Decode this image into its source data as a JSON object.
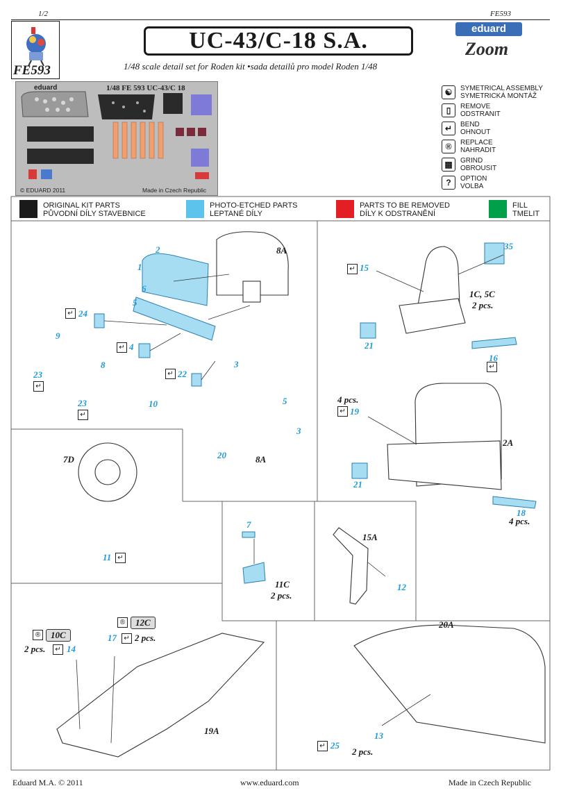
{
  "header": {
    "page": "1/2",
    "code_right": "FE593",
    "title": "UC-43/C-18 S.A.",
    "subtitle": "1/48 scale detail set for Roden kit •sada detailů pro model Roden 1/48",
    "set_code": "FE593",
    "brand": "eduard",
    "brand_sub": "Zoom"
  },
  "sheet": {
    "top_left": "eduard",
    "top_text": "1/48   FE 593   UC-43/C 18",
    "copyright": "© EDUARD 2011",
    "made_in": "Made in Czech Republic"
  },
  "legend": [
    {
      "icon": "symmetrical-icon",
      "line1": "SYMETRICAL ASSEMBLY",
      "line2": "SYMETRICKÁ MONTÁŽ"
    },
    {
      "icon": "remove-icon",
      "line1": "REMOVE",
      "line2": "ODSTRANIT"
    },
    {
      "icon": "bend-icon",
      "line1": "BEND",
      "line2": "OHNOUT"
    },
    {
      "icon": "replace-icon",
      "line1": "REPLACE",
      "line2": "NAHRADIT"
    },
    {
      "icon": "grind-icon",
      "line1": "GRIND",
      "line2": "OBROUSIT"
    },
    {
      "icon": "option-icon",
      "line1": "OPTION",
      "line2": "VOLBA"
    }
  ],
  "colors": [
    {
      "hex": "#1a1a1a",
      "line1": "ORIGINAL KIT PARTS",
      "line2": "PŮVODNÍ DÍLY STAVEBNICE"
    },
    {
      "hex": "#5bc3ec",
      "line1": "PHOTO-ETCHED PARTS",
      "line2": "LEPTANÉ DÍLY"
    },
    {
      "hex": "#e31e24",
      "line1": "PARTS TO BE REMOVED",
      "line2": "DÍLY K ODSTRANĚNÍ"
    },
    {
      "hex": "#00a04a",
      "line1": "FILL",
      "line2": "TMELIT"
    }
  ],
  "callouts": {
    "p8A": "8A",
    "p2": "2",
    "p1": "1",
    "p6": "6",
    "p5": "5",
    "p24": "24",
    "p9": "9",
    "p4": "4",
    "p23a": "23",
    "p23b": "23",
    "p8": "8",
    "p22": "22",
    "p10": "10",
    "p3": "3",
    "p5b": "5",
    "p3b": "3",
    "p20": "20",
    "p8Ab": "8A",
    "p35": "35",
    "p15": "15",
    "p1C": "1C, 5C",
    "p1C_qty": "2 pcs.",
    "p21a": "21",
    "p16": "16",
    "p4pcs": "4 pcs.",
    "p19": "19",
    "p2A": "2A",
    "p21b": "21",
    "p18": "18",
    "p18_qty": "4 pcs.",
    "p7D": "7D",
    "p11": "11",
    "p7": "7",
    "p11C": "11C",
    "p11C_qty": "2 pcs.",
    "p15A": "15A",
    "p12": "12",
    "p10C": "10C",
    "p10C_qty": "2 pcs.",
    "p14": "14",
    "p12C": "12C",
    "p17": "17",
    "p17_qty": "2 pcs.",
    "p19A": "19A",
    "p20A": "20A",
    "p13": "13",
    "p25": "25",
    "p25_qty": "2 pcs."
  },
  "footer": {
    "left": "Eduard M.A. © 2011",
    "center": "www.eduard.com",
    "right": "Made in Czech Republic"
  }
}
